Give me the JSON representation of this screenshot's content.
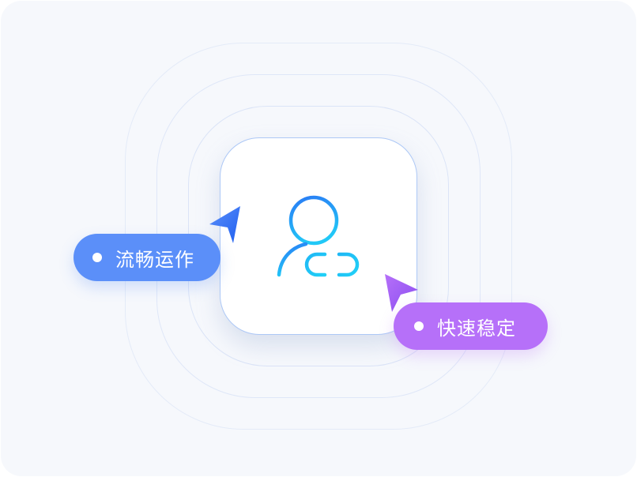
{
  "illustration": {
    "center_icon": "user-link-icon",
    "icon_gradient": [
      "#2a7af5",
      "#21c8f7"
    ],
    "rings": 3
  },
  "badges": [
    {
      "label": "流畅运作",
      "color": "#5b8ff9",
      "cursor_icon": "pointer-arrow-icon",
      "cursor_color": "#2f6ef5"
    },
    {
      "label": "快速稳定",
      "color": "#b670f9",
      "cursor_icon": "pointer-arrow-icon",
      "cursor_color": "#9b5cf5"
    }
  ],
  "colors": {
    "background": "#f6f8fc",
    "card_border": "#adc8f6"
  }
}
